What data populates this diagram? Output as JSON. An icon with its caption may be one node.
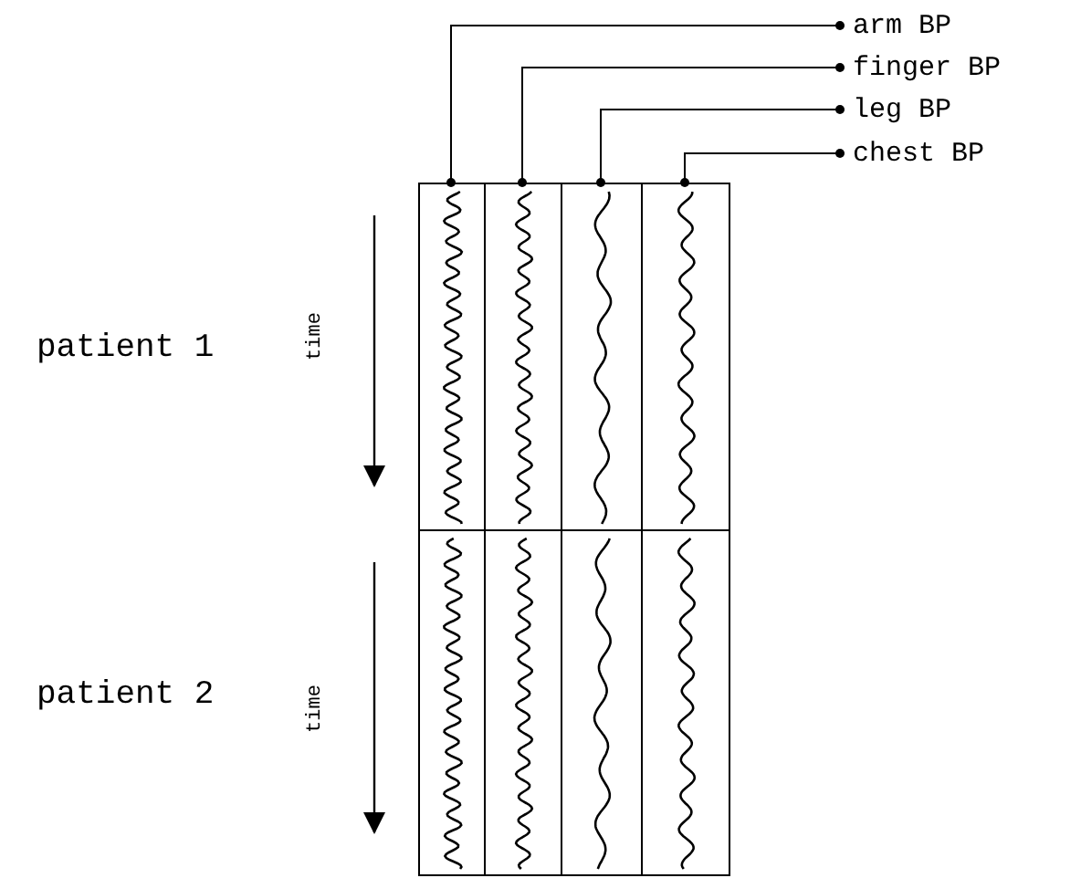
{
  "diagram": {
    "nodes": [
      {
        "text": [
          "arm BP"
        ]
      },
      {
        "text": [
          "finger BP"
        ]
      },
      {
        "text": [
          "leg BP"
        ]
      },
      {
        "text": [
          "chest BP"
        ]
      },
      {
        "text": [],
        "shape": "box"
      },
      {
        "text": [],
        "shape": "box"
      },
      {
        "text": [],
        "shape": "box"
      },
      {
        "text": [],
        "shape": "box"
      },
      {
        "text": [],
        "shape": "box"
      },
      {
        "text": [],
        "shape": "box"
      },
      {
        "text": [],
        "shape": "box"
      },
      {
        "text": [],
        "shape": "box"
      }
    ],
    "edges": [
      {
        "from": 0,
        "to": 4,
        "arrow": "other"
      },
      {
        "from": 1,
        "to": 5,
        "arrow": "other"
      },
      {
        "from": 2,
        "to": 6,
        "arrow": "other"
      },
      {
        "from": 3,
        "to": 7,
        "arrow": "other"
      }
    ],
    "labels": [
      "patient 1",
      "time",
      "patient 2",
      "time"
    ]
  }
}
